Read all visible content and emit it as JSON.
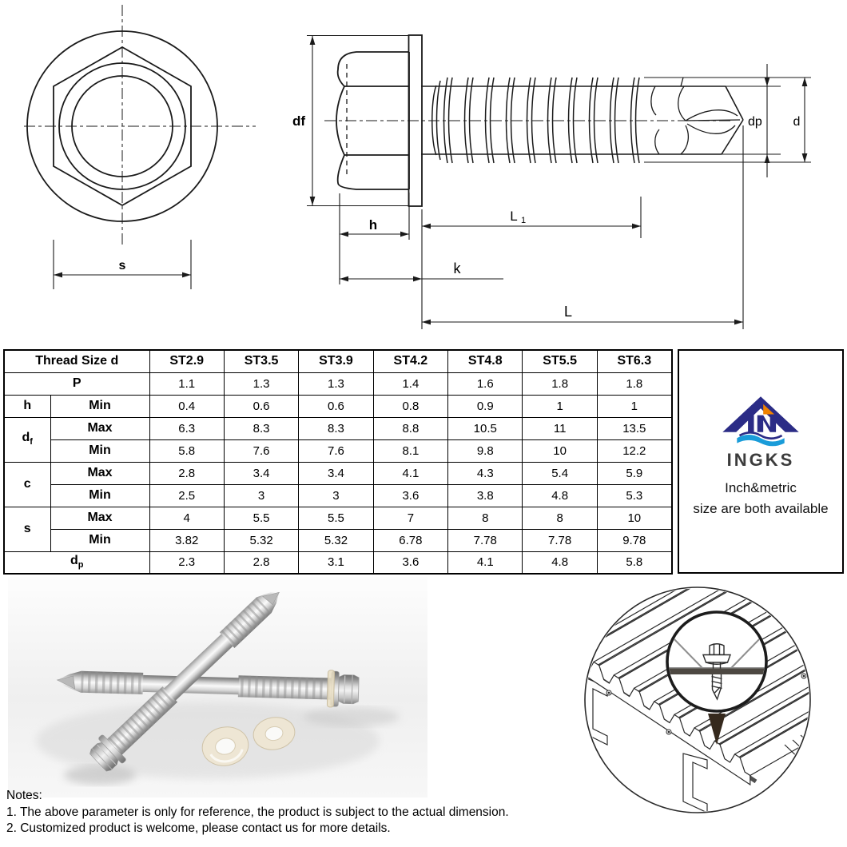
{
  "page": {
    "background": "#ffffff"
  },
  "technical_drawing": {
    "front_view": {
      "labels": {
        "s": "s"
      }
    },
    "side_view": {
      "labels": {
        "df": "df",
        "h": "h",
        "k": "k",
        "L1_base": "L",
        "L1_sub": "1",
        "L": "L",
        "dp": "dp",
        "d": "d"
      }
    }
  },
  "spec_table": {
    "corner_header": "Thread Size d",
    "size_headers": [
      "ST2.9",
      "ST3.5",
      "ST3.9",
      "ST4.2",
      "ST4.8",
      "ST5.5",
      "ST6.3"
    ],
    "p_row": {
      "label": "P",
      "values": [
        "1.1",
        "1.3",
        "1.3",
        "1.4",
        "1.6",
        "1.8",
        "1.8"
      ]
    },
    "h_row": {
      "group": "h",
      "label": "Min",
      "values": [
        "0.4",
        "0.6",
        "0.6",
        "0.8",
        "0.9",
        "1",
        "1"
      ]
    },
    "df_rows": {
      "group_base": "d",
      "group_sub": "f",
      "max": {
        "label": "Max",
        "values": [
          "6.3",
          "8.3",
          "8.3",
          "8.8",
          "10.5",
          "11",
          "13.5"
        ]
      },
      "min": {
        "label": "Min",
        "values": [
          "5.8",
          "7.6",
          "7.6",
          "8.1",
          "9.8",
          "10",
          "12.2"
        ]
      }
    },
    "c_rows": {
      "group": "c",
      "max": {
        "label": "Max",
        "values": [
          "2.8",
          "3.4",
          "3.4",
          "4.1",
          "4.3",
          "5.4",
          "5.9"
        ]
      },
      "min": {
        "label": "Min",
        "values": [
          "2.5",
          "3",
          "3",
          "3.6",
          "3.8",
          "4.8",
          "5.3"
        ]
      }
    },
    "s_rows": {
      "group": "s",
      "max": {
        "label": "Max",
        "values": [
          "4",
          "5.5",
          "5.5",
          "7",
          "8",
          "8",
          "10"
        ]
      },
      "min": {
        "label": "Min",
        "values": [
          "3.82",
          "5.32",
          "5.32",
          "6.78",
          "7.78",
          "7.78",
          "9.78"
        ]
      }
    },
    "dp_row": {
      "group_base": "d",
      "group_sub": "p",
      "values": [
        "2.3",
        "2.8",
        "3.1",
        "3.6",
        "4.1",
        "4.8",
        "5.8"
      ]
    }
  },
  "brand_panel": {
    "name": "INGKS",
    "caption_line1": "Inch&metric",
    "caption_line2": "size are both available",
    "colors": {
      "navy": "#2b2c86",
      "orange": "#f08300",
      "blue": "#1a9cd9",
      "text": "#3c3c3c"
    }
  },
  "notes": {
    "title": "Notes:",
    "items": [
      "1. The above parameter is only for reference, the product is subject to the actual dimension.",
      "2. Customized product is welcome, please contact us for more details."
    ]
  }
}
